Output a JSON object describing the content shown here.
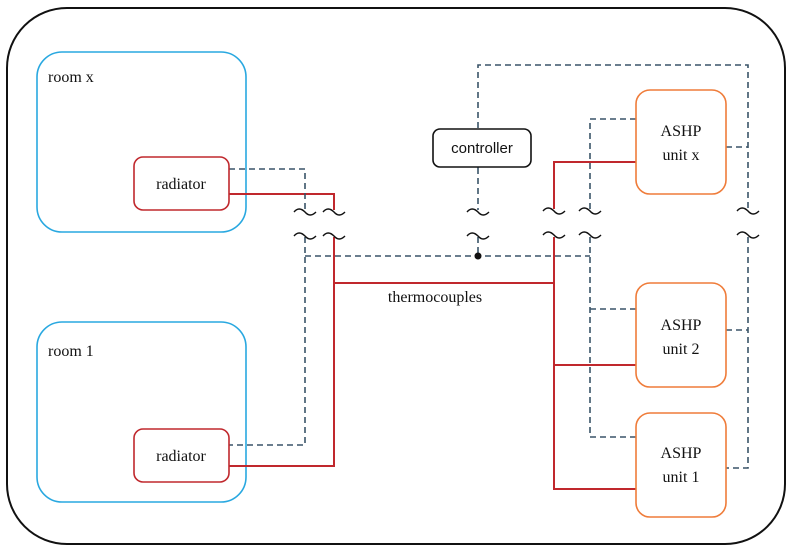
{
  "diagram": {
    "rooms": {
      "room_x": {
        "label": "room x",
        "radiator_label": "radiator"
      },
      "room_1": {
        "label": "room 1",
        "radiator_label": "radiator"
      }
    },
    "controller_label": "controller",
    "thermocouples_label": "thermocouples",
    "ashp_units": [
      {
        "line1": "ASHP",
        "line2": "unit x"
      },
      {
        "line1": "ASHP",
        "line2": "unit 2"
      },
      {
        "line1": "ASHP",
        "line2": "unit 1"
      }
    ]
  },
  "colors": {
    "room_border": "#29a8e0",
    "radiator_border": "#c0282d",
    "ashp_border": "#ef7c3a",
    "hot_pipe": "#c0282d",
    "signal_line": "#3a5468",
    "outer_border": "#111111"
  }
}
